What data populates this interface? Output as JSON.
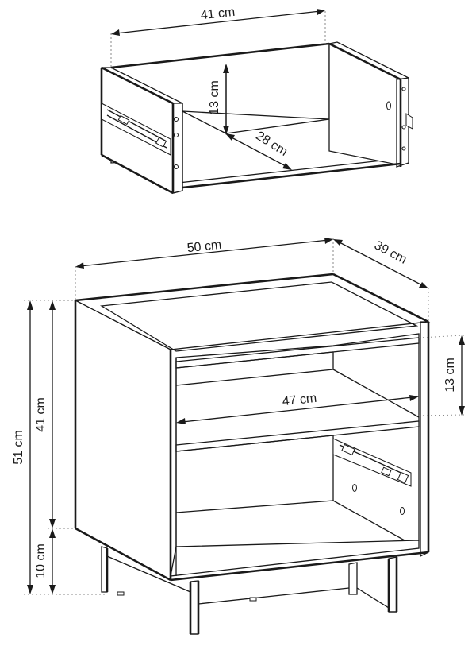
{
  "drawer": {
    "width_label": "41 cm",
    "height_label": "13 cm",
    "depth_label": "28 cm"
  },
  "cabinet": {
    "width_label": "50 cm",
    "depth_label": "39 cm",
    "total_height_label": "51 cm",
    "body_height_label": "41 cm",
    "leg_height_label": "10 cm",
    "opening_height_label": "13 cm",
    "inner_width_label": "47 cm"
  }
}
